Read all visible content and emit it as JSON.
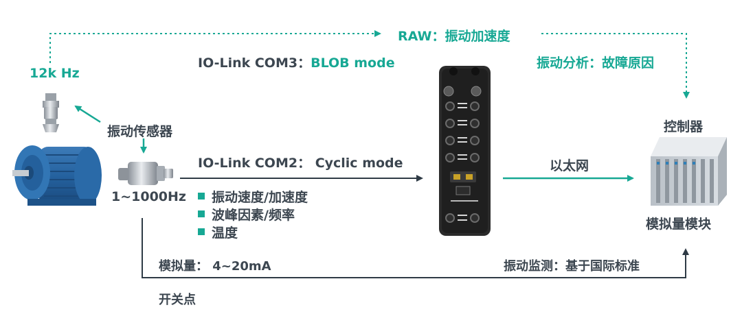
{
  "colors": {
    "accent": "#17a894",
    "text": "#3c4650",
    "line": "#2e3a45"
  },
  "labels": {
    "raw": "RAW：振动加速度",
    "com3_prefix": "IO-Link COM3：",
    "com3_mode": "BLOB mode",
    "analysis": "振动分析：故障原因",
    "freq_high": "12k Hz",
    "sensor": "振动传感器",
    "com2": "IO-Link COM2：  Cyclic mode",
    "ethernet": "以太网",
    "controller": "控制器",
    "freq_range": "1~1000Hz",
    "analog_module": "模拟量模块",
    "analog": "模拟量：  4~20mA",
    "monitoring": "振动监测：基于国际标准",
    "switch_point": "开关点"
  },
  "bullets": [
    "振动速度/加速度",
    "波峰因素/频率",
    "温度"
  ],
  "icons": {
    "motor": "electric-motor-icon",
    "high_freq_sensor": "accelerometer-sensor-icon",
    "sensor": "vibration-sensor-icon",
    "master": "io-link-master-icon",
    "controller": "plc-rack-icon"
  }
}
